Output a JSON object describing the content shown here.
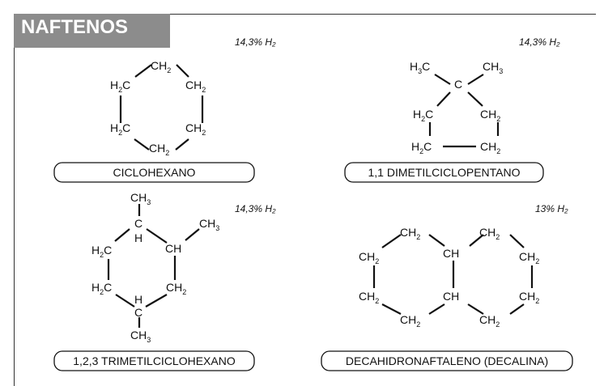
{
  "title": "NAFTENOS",
  "panels": [
    {
      "name": "CICLOHEXANO",
      "h2": "14,3% H₂"
    },
    {
      "name": "1,1 DIMETILCICLOPENTANO",
      "h2": "14,3% H₂"
    },
    {
      "name": "1,2,3 TRIMETILCICLOHEXANO",
      "h2": "14,3% H₂"
    },
    {
      "name": "DECAHIDRONAFTALENO (DECALINA)",
      "h2": "13% H₂"
    }
  ],
  "atom_labels": {
    "ch2": "CH",
    "h2c": "H",
    "c": "C",
    "ch": "CH",
    "h": "H",
    "ch3": "CH",
    "sub2": "2",
    "sub3": "3",
    "cpart": "C"
  }
}
